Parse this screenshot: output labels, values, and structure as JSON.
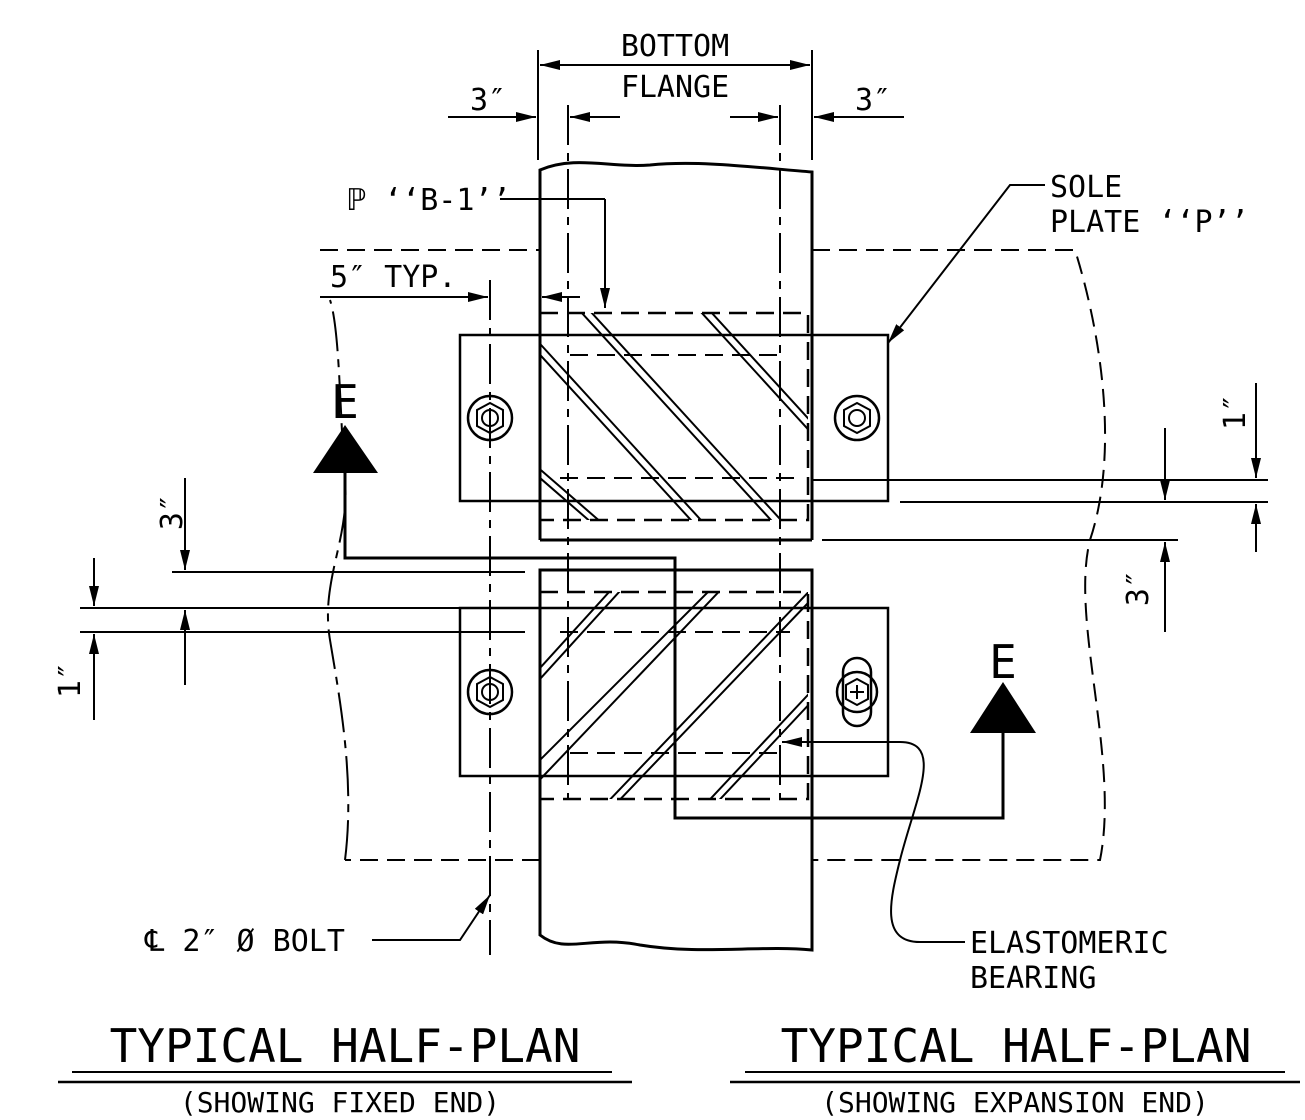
{
  "labels": {
    "bottom_flange_1": "BOTTOM",
    "bottom_flange_2": "FLANGE",
    "dim_3in_left": "3″",
    "dim_3in_right": "3″",
    "plate_b1": "ℙ ‘‘B-1’’",
    "sole_plate_1": "SOLE",
    "sole_plate_2": "PLATE ‘‘P’’",
    "typ_5in": "5″ TYP.",
    "section_e_left": "E",
    "section_e_right": "E",
    "dim_1in_right": "1″",
    "dim_3in_right_vert": "3″",
    "dim_3in_left_vert": "3″",
    "dim_1in_left": "1″",
    "bolt_cl": "℄ 2″ Ø BOLT",
    "elastomeric_1": "ELASTOMERIC",
    "elastomeric_2": "BEARING"
  },
  "titles": {
    "left_title": "TYPICAL HALF-PLAN",
    "left_subtitle": "(SHOWING FIXED END)",
    "right_title": "TYPICAL HALF-PLAN",
    "right_subtitle": "(SHOWING EXPANSION END)"
  }
}
